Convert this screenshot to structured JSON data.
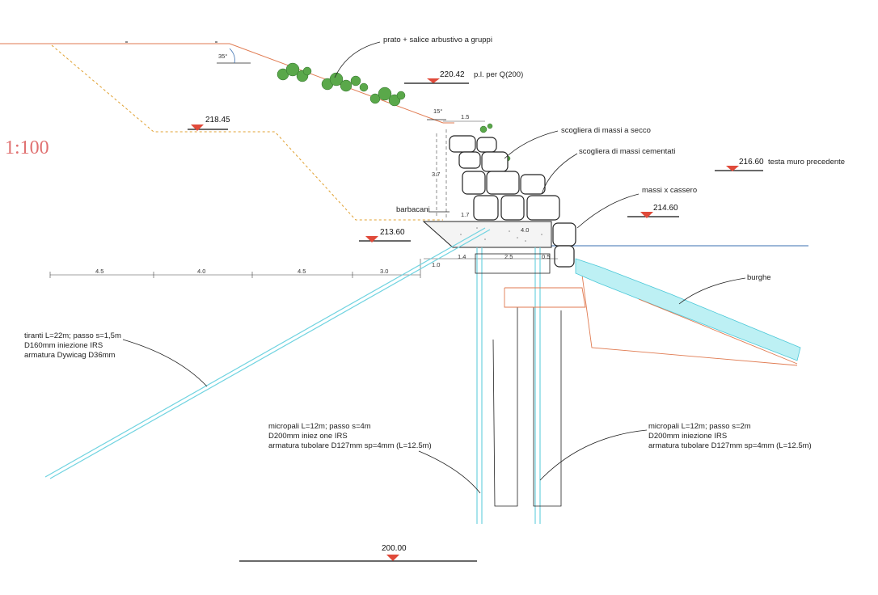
{
  "scale": "1:100",
  "levels": {
    "top": "220.42",
    "berm": "218.45",
    "wall_head": "216.60",
    "cassero": "214.60",
    "foundation": "213.60",
    "bottom": "200.00"
  },
  "labels": {
    "vegetation": "prato + salice arbustivo a gruppi",
    "pl": "p.l. per Q(200)",
    "dry_rock": "scogliera di massi  a secco",
    "cemented_rock": "scogliera di massi cementati",
    "wall_head_note": "testa muro precedente",
    "massi_cassero": "massi x cassero",
    "barbacani": "barbacani",
    "burghe": "burghe"
  },
  "angles": {
    "upper": "35°",
    "lower": "15°"
  },
  "dimensions": {
    "d1": "1.5",
    "h1": "3.7",
    "h2": "1.7",
    "w1": "4.0",
    "b1": "1.0",
    "b2": "1.4",
    "b3": "2.5",
    "b4": "0.5",
    "s1": "4.5",
    "s2": "4.0",
    "s3": "4.5",
    "s4": "3.0"
  },
  "tiranti": {
    "line1": "tiranti L=22m; passo s=1,5m",
    "line2": "D160mm iniezione IRS",
    "line3": "armatura Dywicag D36mm"
  },
  "micropali_left": {
    "line1": "micropali L=12m; passo s=4m",
    "line2": "D200mm iniez one IRS",
    "line3": "armatura tubolare D127mm sp=4mm (L=12.5m)"
  },
  "micropali_right": {
    "line1": "micropali L=12m; passo s=2m",
    "line2": "D200mm iniezione IRS",
    "line3": "armatura tubolare D127mm sp=4mm (L=12.5m)"
  },
  "colors": {
    "terrain": "#e07a50",
    "level_marker": "#e04a3a",
    "water": "#3a6fb0",
    "piles": "#6fd3e0",
    "dash": "#e0a030",
    "vegetation": "#5aa84a"
  }
}
